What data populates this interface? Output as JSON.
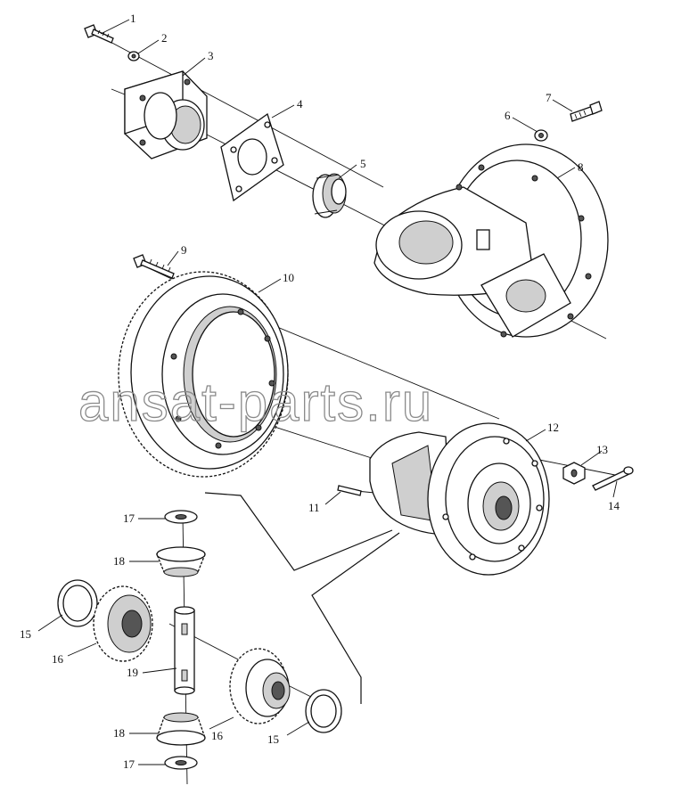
{
  "watermark": "ansat-parts.ru",
  "callouts": {
    "c1": "1",
    "c2": "2",
    "c3": "3",
    "c4": "4",
    "c5": "5",
    "c6": "6",
    "c7": "7",
    "c8": "8",
    "c9": "9",
    "c10": "10",
    "c11": "11",
    "c12": "12",
    "c13": "13",
    "c14": "14",
    "c15a": "15",
    "c15b": "15",
    "c16a": "16",
    "c16b": "16",
    "c17a": "17",
    "c17b": "17",
    "c18a": "18",
    "c18b": "18",
    "c19": "19"
  }
}
